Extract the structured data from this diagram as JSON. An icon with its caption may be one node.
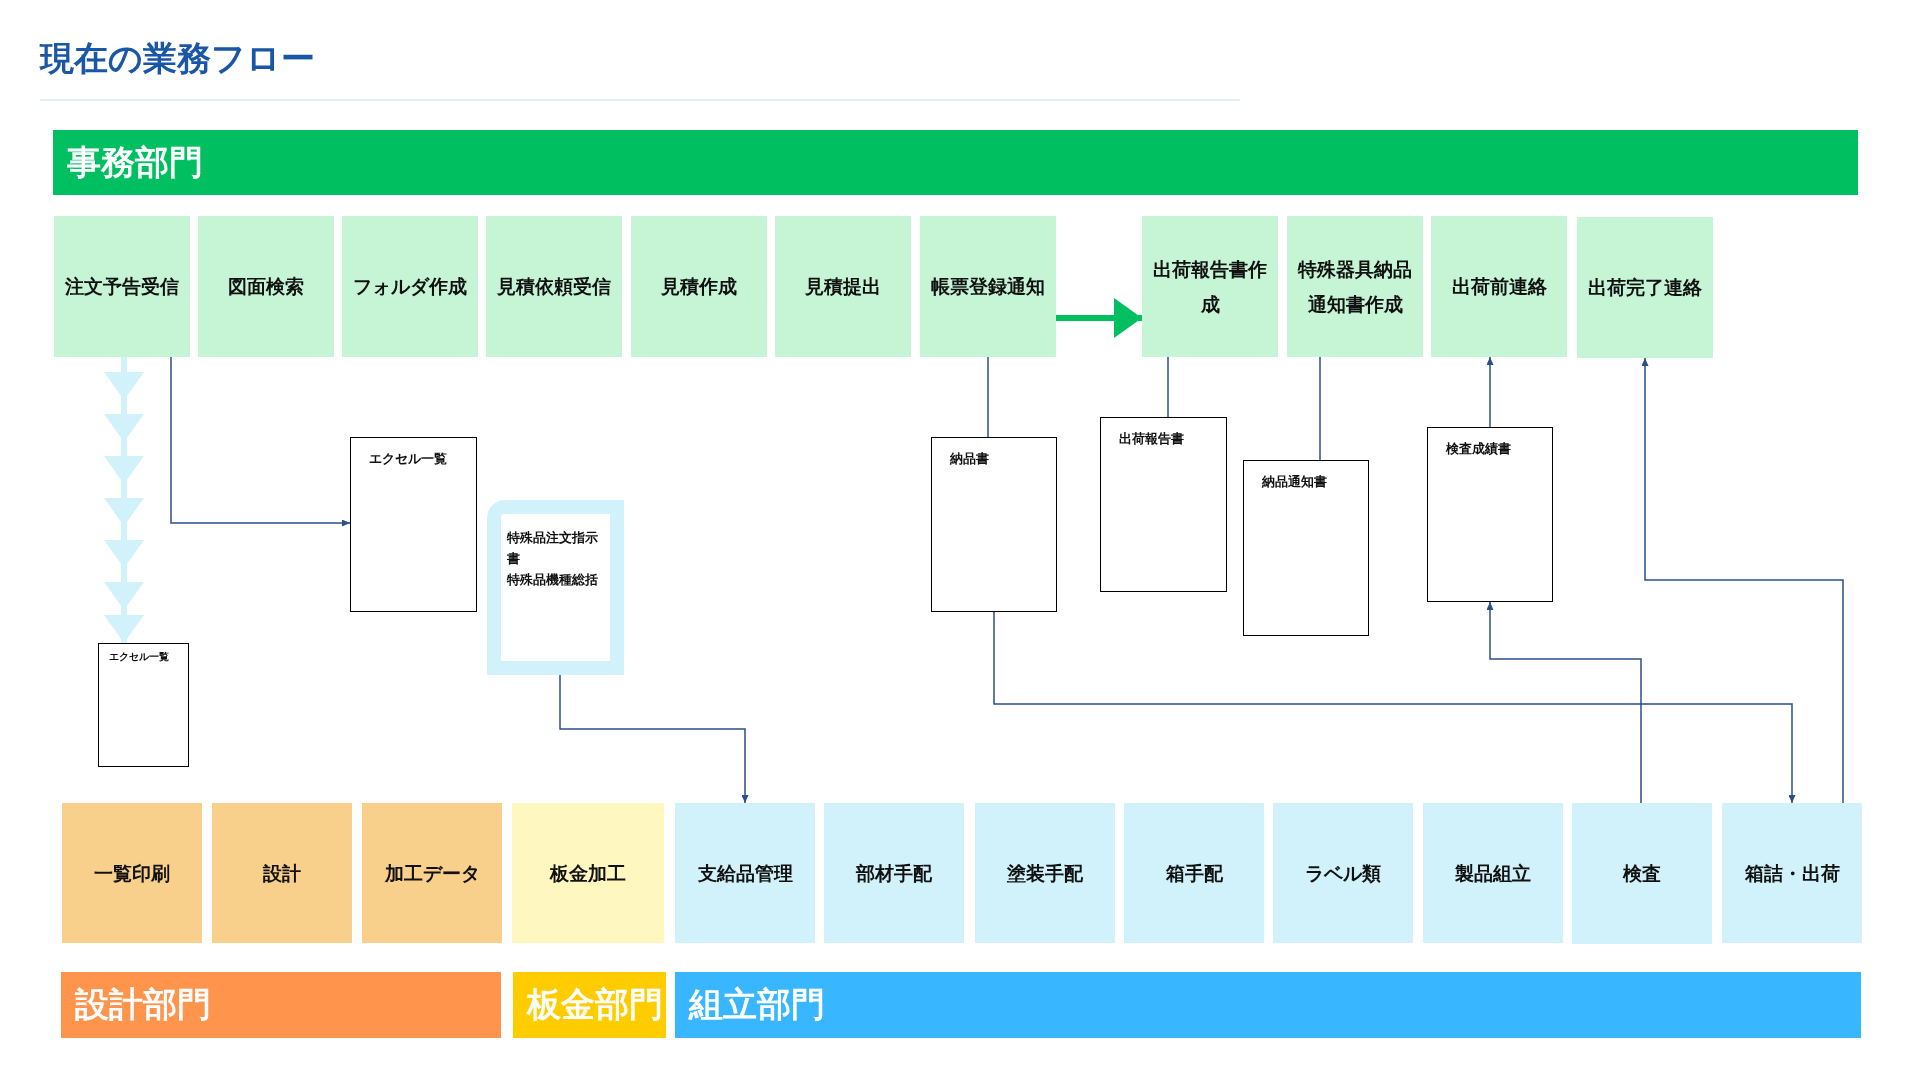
{
  "diagram": {
    "title": "現在の業務フロー",
    "nodes": [
      {
        "text": [
          "事務部門"
        ]
      },
      {
        "text": [
          "注文予告受信"
        ]
      },
      {
        "text": [
          "図面検索"
        ]
      },
      {
        "text": [
          "フォルダ作成"
        ]
      },
      {
        "text": [
          "見積依頼受信"
        ]
      },
      {
        "text": [
          "見積作成"
        ]
      },
      {
        "text": [
          "見積提出"
        ]
      },
      {
        "text": [
          "帳票登録通知"
        ]
      },
      {
        "text": [
          "出荷報告書作成"
        ]
      },
      {
        "text": [
          "特殊器具納品通知書作成"
        ]
      },
      {
        "text": [
          "出荷前連絡"
        ]
      },
      {
        "text": [
          "出荷完了連絡"
        ]
      },
      {
        "text": [
          "エクセル一覧"
        ]
      },
      {
        "text": [
          "特殊品注文指示書",
          "特殊品機種総括"
        ]
      },
      {
        "text": [
          "納品書"
        ]
      },
      {
        "text": [
          "出荷報告書"
        ]
      },
      {
        "text": [
          "検査成績書"
        ]
      },
      {
        "text": [
          "納品通知書"
        ]
      },
      {
        "text": [
          "エクセル一覧"
        ]
      },
      {
        "text": [
          "一覧印刷"
        ]
      },
      {
        "text": [
          "設計"
        ]
      },
      {
        "text": [
          "加工データ"
        ]
      },
      {
        "text": [
          "板金加工"
        ]
      },
      {
        "text": [
          "支給品管理"
        ]
      },
      {
        "text": [
          "部材手配"
        ]
      },
      {
        "text": [
          "塗装手配"
        ]
      },
      {
        "text": [
          "箱手配"
        ]
      },
      {
        "text": [
          "ラベル類"
        ]
      },
      {
        "text": [
          "製品組立"
        ]
      },
      {
        "text": [
          "検査"
        ]
      },
      {
        "text": [
          "箱詰・出荷"
        ]
      },
      {
        "text": [
          "設計部門"
        ]
      },
      {
        "text": [
          "板金部門"
        ]
      },
      {
        "text": [
          "組立部門"
        ]
      }
    ],
    "edges": [
      {
        "from": 1,
        "to": 18,
        "arrow": "to",
        "style": "thick",
        "color": "#d1f2fb"
      },
      {
        "from": 1,
        "to": 12,
        "arrow": "to"
      },
      {
        "from": 7,
        "to": 8,
        "arrow": "to",
        "style": "thick",
        "color": "#00bf60"
      },
      {
        "from": 7,
        "to": 14,
        "arrow": "none"
      },
      {
        "from": 8,
        "to": 15,
        "arrow": "none"
      },
      {
        "from": 9,
        "to": 17,
        "arrow": "none"
      },
      {
        "from": 13,
        "to": 23,
        "arrow": "to"
      },
      {
        "from": 14,
        "to": 30,
        "arrow": "to"
      },
      {
        "from": 29,
        "to": 16,
        "arrow": "to"
      },
      {
        "from": 16,
        "to": 10,
        "arrow": "to"
      },
      {
        "from": 30,
        "to": 11,
        "arrow": "to"
      }
    ]
  }
}
